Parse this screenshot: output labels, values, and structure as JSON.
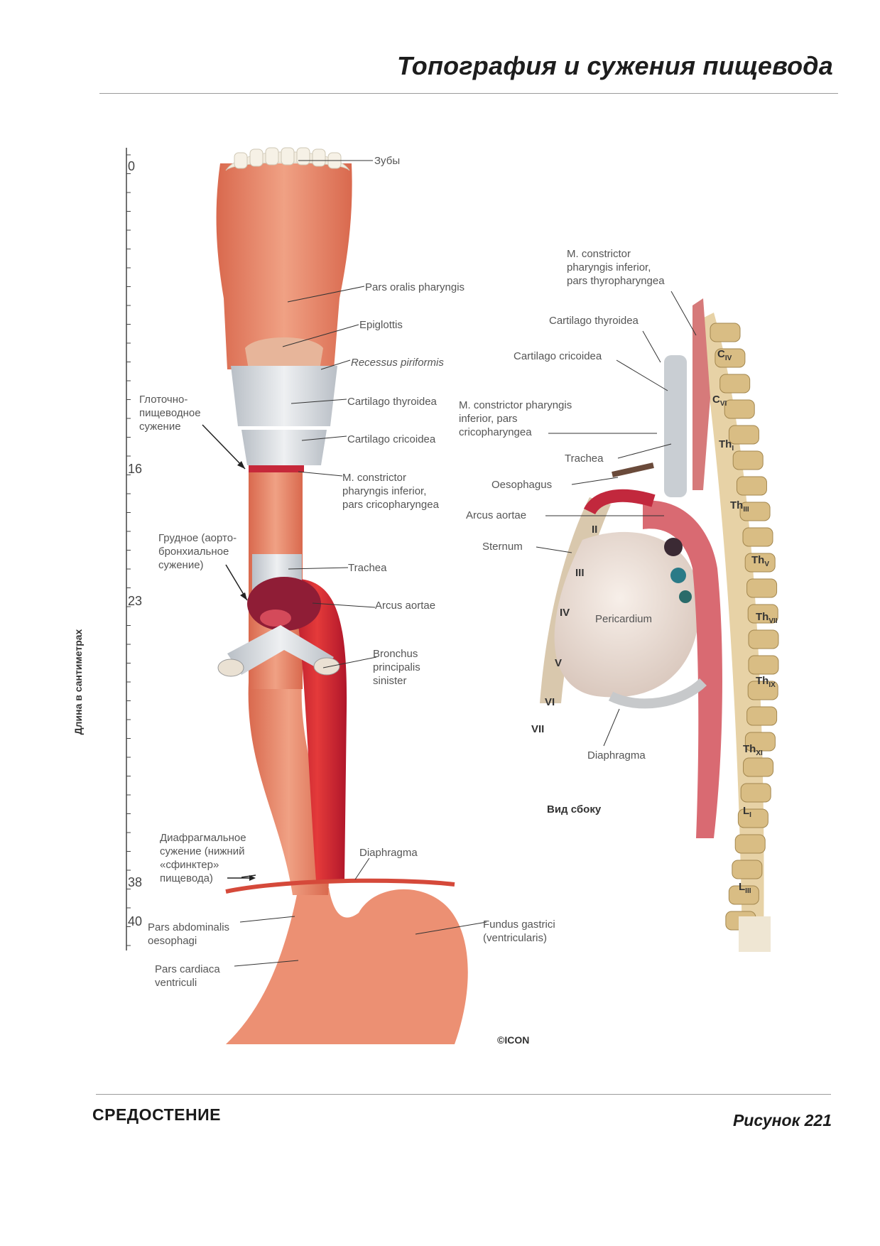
{
  "header": {
    "title": "Топография и сужения пищевода"
  },
  "footer": {
    "section": "СРЕДОСТЕНИЕ",
    "figure": "Рисунок 221"
  },
  "scale": {
    "axis_title": "Длина в сантиметрах",
    "marks": [
      "0",
      "16",
      "23",
      "38",
      "40"
    ]
  },
  "front_labels": {
    "teeth": "Зубы",
    "pars_oralis": "Pars oralis pharyngis",
    "epiglottis": "Epiglottis",
    "recessus": "Recessus piriformis",
    "cart_thyroidea": "Cartilago thyroidea",
    "cart_cricoidea": "Cartilago cricoidea",
    "constrictor": "M. constrictor\npharyngis inferior,\npars cricopharyngea",
    "trachea": "Trachea",
    "arcus_aortae": "Arcus aortae",
    "bronchus": "Bronchus\nprincipalis\nsinister",
    "diaphragma": "Diaphragma",
    "fundus": "Fundus gastrici\n(ventricularis)",
    "pars_abdominalis": "Pars abdominalis\noesophagi",
    "pars_cardiaca": "Pars cardiaca\nventriculi",
    "narrow_pharyngo": "Глоточно-\nпищеводное\nсужение",
    "narrow_thoracic": "Грудное (аорто-\nбронхиальное\nсужение)",
    "narrow_diaphragm": "Диафрагмальное\nсужение (нижний\n«сфинктер»\nпищевода)"
  },
  "side_labels": {
    "constrictor_thyro": "M. constrictor\npharyngis inferior,\npars thyropharyngea",
    "cart_thyroidea": "Cartilago thyroidea",
    "cart_cricoidea": "Cartilago cricoidea",
    "constrictor_crico": "M. constrictor pharyngis\ninferior, pars\ncricopharyngea",
    "trachea": "Trachea",
    "oesophagus": "Oesophagus",
    "arcus_aortae": "Arcus aortae",
    "sternum": "Sternum",
    "pericardium": "Pericardium",
    "diaphragma": "Diaphragma",
    "view": "Вид сбоку",
    "ribs": [
      "II",
      "III",
      "IV",
      "V",
      "VI",
      "VII"
    ],
    "vertebrae": [
      {
        "base": "C",
        "sub": "IV"
      },
      {
        "base": "C",
        "sub": "VI"
      },
      {
        "base": "Th",
        "sub": "I"
      },
      {
        "base": "Th",
        "sub": "III"
      },
      {
        "base": "Th",
        "sub": "V"
      },
      {
        "base": "Th",
        "sub": "VII"
      },
      {
        "base": "Th",
        "sub": "IX"
      },
      {
        "base": "Th",
        "sub": "XI"
      },
      {
        "base": "L",
        "sub": "I"
      },
      {
        "base": "L",
        "sub": "III"
      }
    ]
  },
  "publisher_mark": "©ICON"
}
